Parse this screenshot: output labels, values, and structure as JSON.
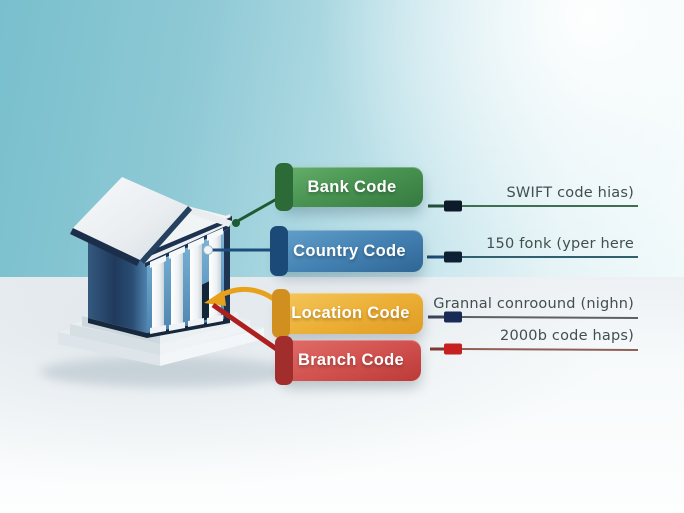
{
  "diagram": {
    "illustration": "3d-bank-building",
    "badges": [
      {
        "label": "Bank Code",
        "color": "#4f9e58",
        "tab_color": "#2c6b38"
      },
      {
        "label": "Country Code",
        "color": "#4886b8",
        "tab_color": "#1c4a78"
      },
      {
        "label": "Location Code",
        "color": "#edb73f",
        "tab_color": "#d18f1f"
      },
      {
        "label": "Branch Code",
        "color": "#d4524e",
        "tab_color": "#a12e2c"
      }
    ],
    "annotations": [
      {
        "text": "SWIFT code hias)",
        "line_color": "#3f6f51",
        "marker_color": "#0c1a29"
      },
      {
        "text": "150 fonk (yper here",
        "line_color": "#33606e",
        "marker_color": "#0e2133"
      },
      {
        "text": "Grannal conroound (nighn)",
        "line_color": "#5c6166",
        "marker_color": "#182a56"
      },
      {
        "text": "2000b code haps)",
        "line_color": "#906058",
        "marker_color": "#c62020"
      }
    ],
    "connector_colors": {
      "bank": "#1e5a32",
      "country": "#1c4e7c",
      "location_arrow": "#e7a11b",
      "branch": "#ae1f1f"
    },
    "background": {
      "sky": "#79bfcd",
      "floor": "#f7fafb"
    }
  }
}
